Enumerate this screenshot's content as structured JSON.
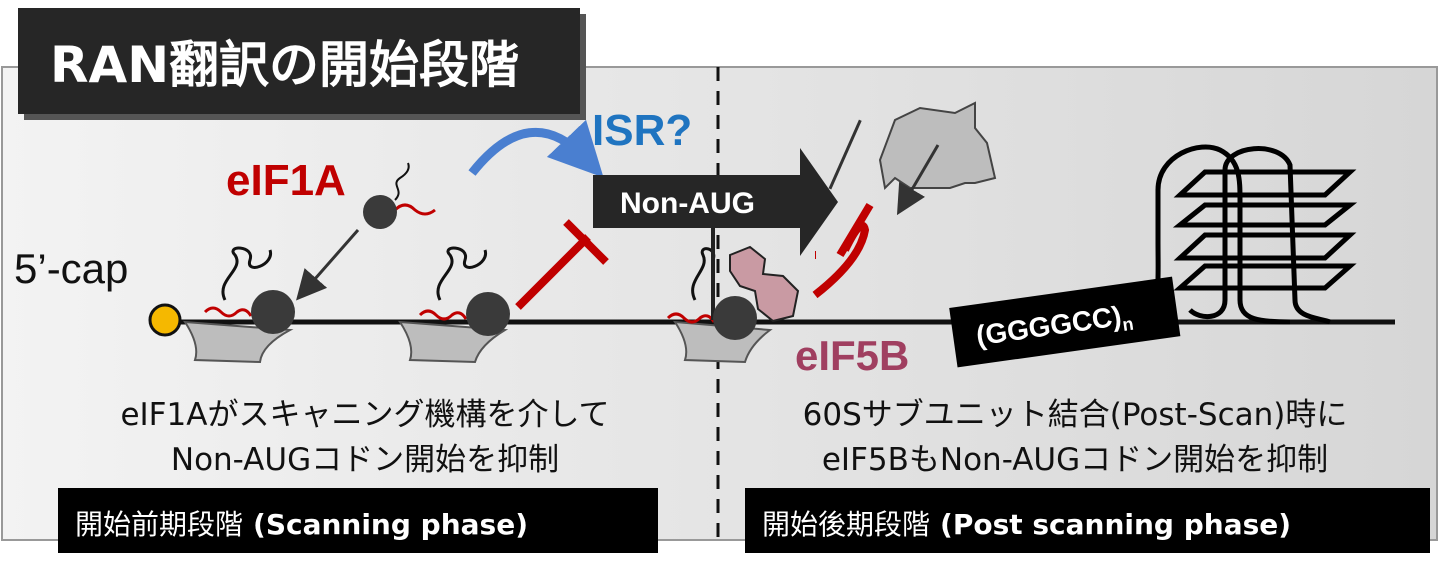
{
  "title": "RAN翻訳の開始段階",
  "labels": {
    "eif1a": "eIF1A",
    "cap": "5’-cap",
    "isr": "ISR?",
    "non_aug": "Non-AUG",
    "eif5b": "eIF5B",
    "repeat": "(GGGGCC)",
    "repeat_sub": "n"
  },
  "left_caption": [
    "eIF1Aがスキャニング機構を介して",
    "Non-AUGコドン開始を抑制"
  ],
  "right_caption": [
    "60Sサブユニット結合(Post-Scan)時に",
    "eIF5BもNon-AUGコドン開始を抑制"
  ],
  "phases": {
    "left": {
      "jp": "開始前期段階",
      "en": "(Scanning phase)"
    },
    "right": {
      "jp": "開始後期段階",
      "en": "(Post scanning phase)"
    }
  },
  "colors": {
    "eif1a": "#c00000",
    "isr": "#1f74c0",
    "eif5b": "#a03f60",
    "cap": "#f5b800",
    "dark": "#222222"
  }
}
